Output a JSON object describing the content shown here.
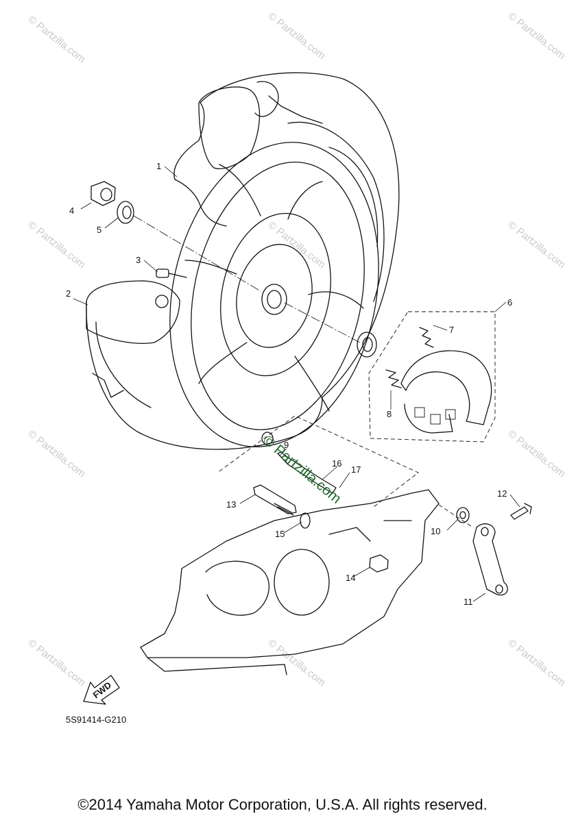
{
  "diagram": {
    "drawing_code": "5S91414-G210",
    "fwd_label": "FWD",
    "copyright": "©2014  Yamaha Motor Corporation, U.S.A. All rights reserved.",
    "watermark_text": "© Partzilla.com",
    "callouts": {
      "c1": "1",
      "c2": "2",
      "c3": "3",
      "c4": "4",
      "c5": "5",
      "c6": "6",
      "c7": "7",
      "c8": "8",
      "c9": "9",
      "c10": "10",
      "c11": "11",
      "c12": "12",
      "c13": "13",
      "c14": "14",
      "c15": "15",
      "c16": "16",
      "c17": "17"
    }
  }
}
